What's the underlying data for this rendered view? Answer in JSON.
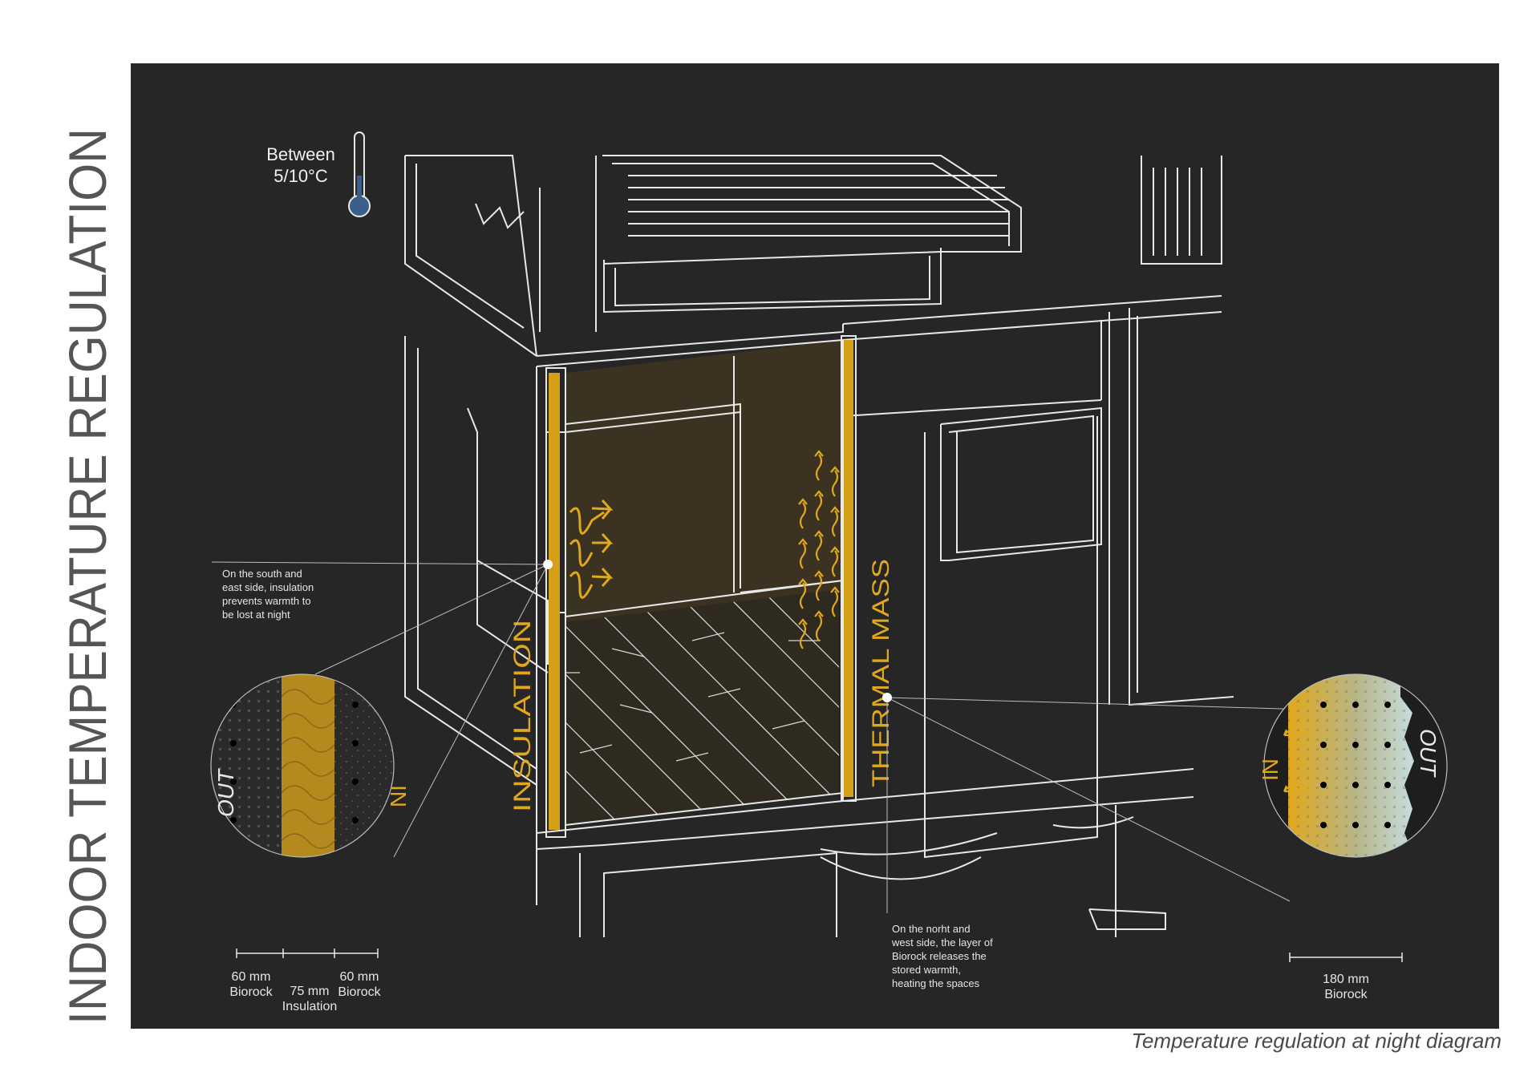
{
  "title": "INDOOR TEMPERATURE REGULATION",
  "caption": "Temperature regulation at night diagram",
  "temperature": {
    "line1": "Between",
    "line2": "5/10°C"
  },
  "labels": {
    "insulation": "INSULATION",
    "thermal_mass": "THERMAL MASS",
    "out": "OUT",
    "in": "IN"
  },
  "notes": {
    "south_east": [
      "On the south and",
      "east side, insulation",
      "prevents warmth to",
      "be lost at night"
    ],
    "north_west": [
      "On the norht and",
      "west side, the layer of",
      "Biorock releases the",
      "stored warmth,",
      "heating the spaces"
    ]
  },
  "dimensions_left": [
    {
      "value": "60 mm",
      "material": "Biorock"
    },
    {
      "value": "75 mm",
      "material": "Insulation"
    },
    {
      "value": "60 mm",
      "material": "Biorock"
    }
  ],
  "dimensions_right": {
    "value": "180 mm",
    "material": "Biorock"
  },
  "colors": {
    "background": "#262626",
    "line": "#e8e8e8",
    "accent": "#e0a81c",
    "room_fill": "#3c3222",
    "title_gray": "#555555",
    "thermometer": "#3b5f8a"
  },
  "icons": [
    "moon-icon",
    "thermometer-icon",
    "heat-wave-arrows",
    "warm-air-arrows"
  ]
}
